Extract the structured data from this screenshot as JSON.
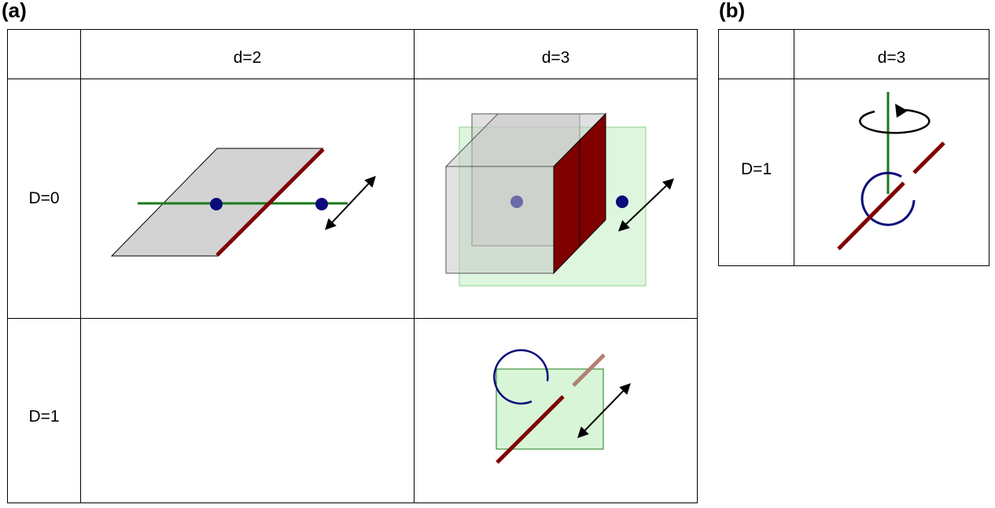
{
  "panel_a": {
    "label": "(a)",
    "col_headers": [
      "d=2",
      "d=3"
    ],
    "row_headers": [
      "D=0",
      "D=1"
    ]
  },
  "panel_b": {
    "label": "(b)",
    "col_headers": [
      "d=3"
    ],
    "row_headers": [
      "D=1"
    ]
  },
  "colors": {
    "plane_gray": "#d3d3d3",
    "defect_red": "#800000",
    "line_green": "#1a7a1a",
    "point_navy": "#0a0a7a",
    "box_green": "#d8f5d8",
    "arrow_black": "#000000"
  }
}
